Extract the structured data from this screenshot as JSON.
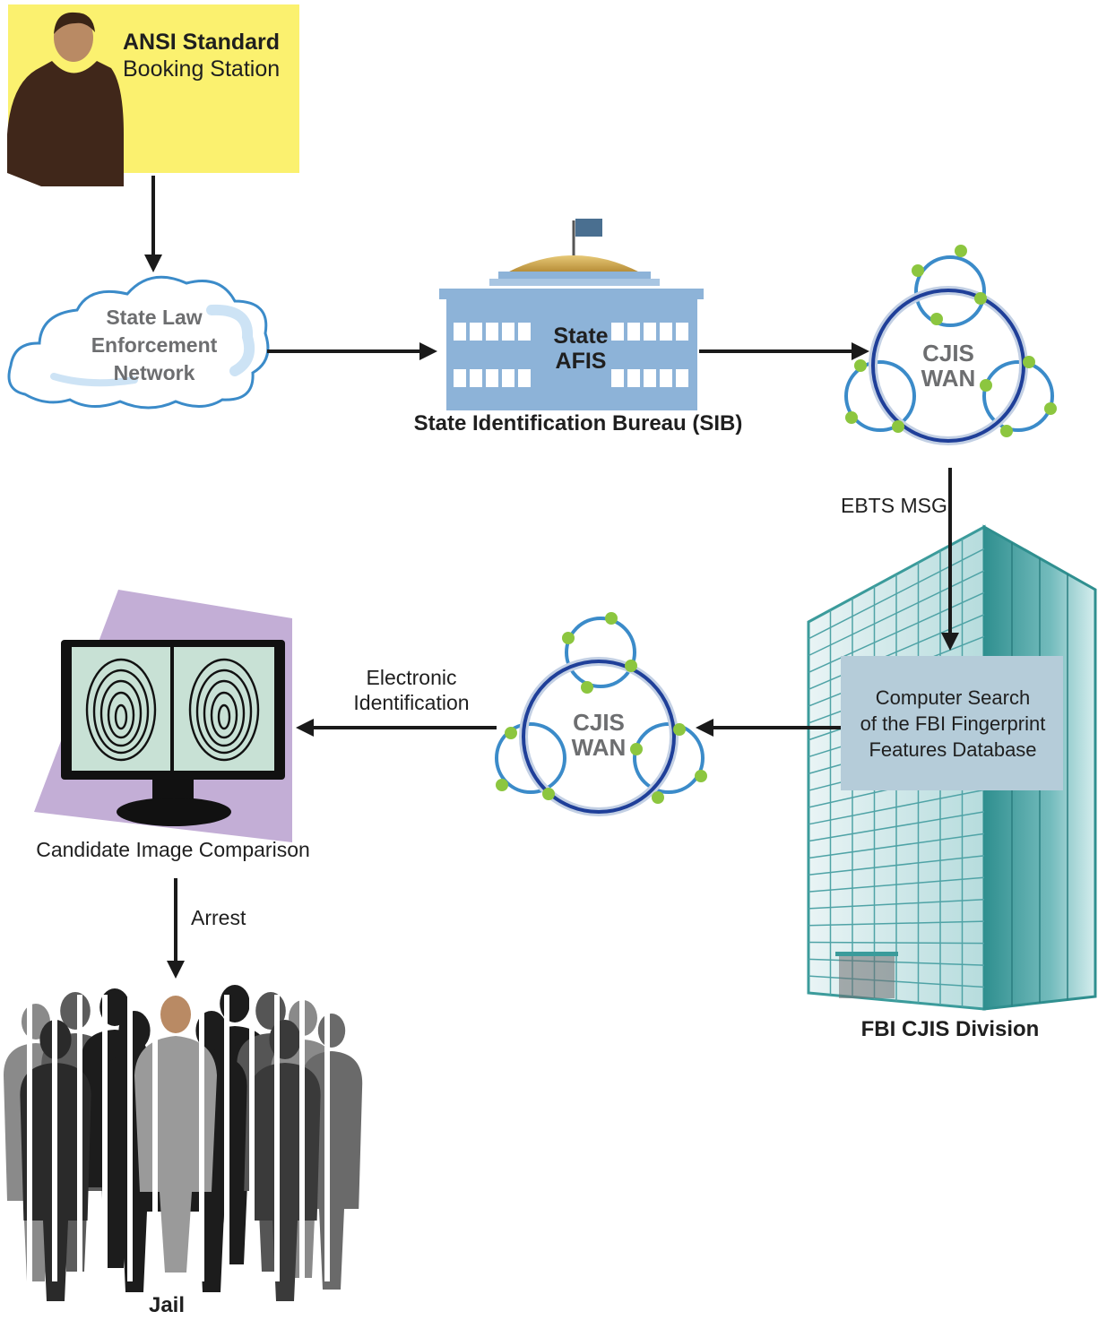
{
  "booking": {
    "title": "ANSI Standard",
    "subtitle": "Booking Station"
  },
  "network": {
    "lines": [
      "State Law",
      "Enforcement",
      "Network"
    ]
  },
  "sib": {
    "afis_line1": "State",
    "afis_line2": "AFIS",
    "caption": "State Identification Bureau (SIB)"
  },
  "wan_top": {
    "line1": "CJIS",
    "line2": "WAN"
  },
  "ebts": {
    "label": "EBTS MSG"
  },
  "fbi": {
    "search_lines": [
      "Computer Search",
      "of the FBI Fingerprint",
      "Features Database"
    ],
    "caption": "FBI CJIS Division"
  },
  "wan_mid": {
    "line1": "CJIS",
    "line2": "WAN"
  },
  "electronic": {
    "line1": "Electronic",
    "line2": "Identification"
  },
  "comparison": {
    "caption": "Candidate Image Comparison"
  },
  "arrest": {
    "label": "Arrest"
  },
  "jail": {
    "caption": "Jail"
  },
  "colors": {
    "booking_bg": "#fbf16f",
    "silhouette": "#40271a",
    "building_blue": "#8db3d8",
    "dome_gold": "#c9a94e",
    "ring_dark": "#1f3f99",
    "ring_light": "#3b8bc9",
    "node_green": "#8cc63f",
    "tower_glass": "#b8dfe0",
    "search_box": "#b5ccd9",
    "comparison_bg": "#c3aed6"
  }
}
